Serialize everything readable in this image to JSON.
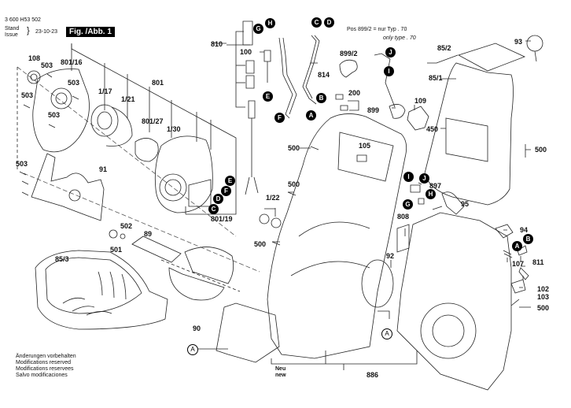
{
  "header": {
    "part_number": "3 600 H53 502",
    "stand_label": "Stand",
    "issue_label": "Issue",
    "date": "23-10-23",
    "figure_title": "Fig. /Abb. 1"
  },
  "note": {
    "line1": "Pos 899/2 =  nur Typ . 70",
    "line2": "only type . 70"
  },
  "disclaimer": [
    "Änderungen vorbehalten",
    "Modifications reserved",
    "Modifications reservees",
    "Salvo modificaciones"
  ],
  "new_label": {
    "de": "Neu",
    "en": "new"
  },
  "parts": {
    "p108": "108",
    "p503a": "503",
    "p801_16": "801/16",
    "p503b": "503",
    "p503c": "503",
    "p503d": "503",
    "p1_17": "1/17",
    "p1_21": "1/21",
    "p801": "801",
    "p801_27": "801/27",
    "p1_30": "1/30",
    "p503e": "503",
    "p91": "91",
    "p801_19": "801/19",
    "p810": "810",
    "p100": "100",
    "p814": "814",
    "p899_2": "899/2",
    "p200": "200",
    "p899": "899",
    "p109": "109",
    "p85_2": "85/2",
    "p93": "93",
    "p85_1": "85/1",
    "p450": "450",
    "p500a": "500",
    "p500b": "500",
    "p105": "105",
    "p500c": "500",
    "p1_22": "1/22",
    "p500d": "500",
    "p897": "897",
    "p95": "95",
    "p808": "808",
    "p92": "92",
    "p94": "94",
    "p811": "811",
    "p107": "107",
    "p102": "102",
    "p103": "103",
    "p500e": "500",
    "p502": "502",
    "p501": "501",
    "p89": "89",
    "p85_3": "85/3",
    "p90": "90",
    "p886": "886"
  },
  "connectors": {
    "A": "A",
    "B": "B",
    "C": "C",
    "D": "D",
    "E": "E",
    "F": "F",
    "G": "G",
    "H": "H",
    "I": "I",
    "J": "J"
  }
}
